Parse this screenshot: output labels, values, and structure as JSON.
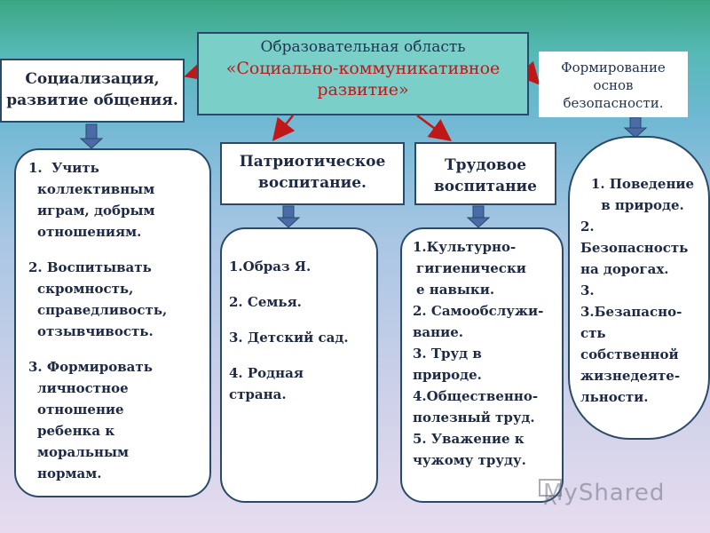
{
  "central": {
    "line1": "Образовательная область",
    "line2": "«Социально-коммуникативное",
    "line3": "развитие»"
  },
  "left_header": {
    "line1": "Социализация,",
    "line2": "развитие общения."
  },
  "right_header": {
    "line1": "Формирование",
    "line2": "основ",
    "line3": "безопасности."
  },
  "patriotic_header": {
    "line1": "Патриотическое",
    "line2": "воспитание."
  },
  "labor_header": {
    "line1": "Трудовое",
    "line2": "воспитание"
  },
  "socialization_items": [
    [
      "1.  Учить",
      "коллективным",
      "играм, добрым",
      "отношениям."
    ],
    [
      "2. Воспитывать",
      "скромность,",
      "справедливость,",
      "отзывчивость."
    ],
    [
      "3. Формировать",
      "личностное",
      "отношение",
      "ребенка к",
      "моральным",
      "нормам."
    ]
  ],
  "patriotic_items": [
    "1.Образ Я.",
    "2. Семья.",
    "3. Детский сад.",
    "4. Родная",
    "страна."
  ],
  "labor_items": [
    [
      "1.Культурно-",
      "гигиенически",
      "е навыки."
    ],
    [
      "2. Самообслужи-",
      "вание."
    ],
    [
      "3. Труд в",
      "природе."
    ],
    [
      "4.Общественно-",
      "полезный труд."
    ],
    [
      "5. Уважение к",
      "чужому труду."
    ]
  ],
  "safety_items": [
    [
      "1. Поведение",
      "в природе."
    ],
    [
      "2.",
      "Безопасность",
      "на дорогах."
    ],
    [
      "3.",
      "3.Безапасно-",
      "сть",
      "собственной",
      "жизнедеяте-",
      "льности."
    ]
  ],
  "watermark": "MyShared",
  "colors": {
    "central_fill": "#7ad0c9",
    "accent_red": "#c01818",
    "border": "#2a4a6a",
    "down_arrow": "#4a6aa8"
  }
}
